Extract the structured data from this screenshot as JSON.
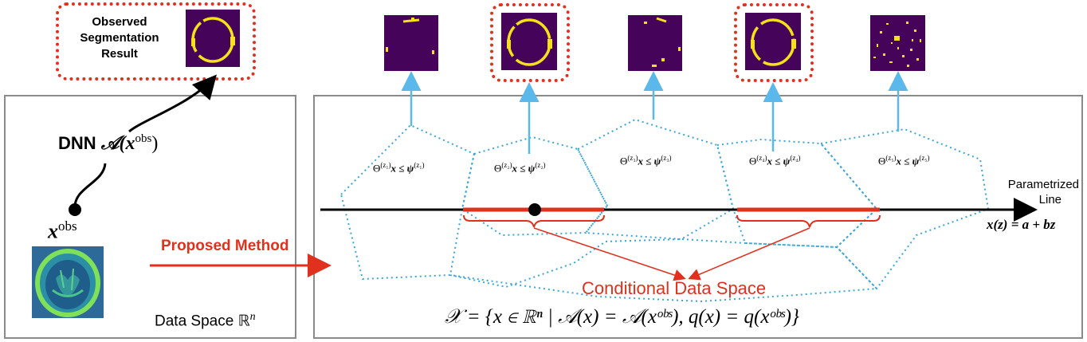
{
  "observed": {
    "label_line1": "Observed",
    "label_line2": "Segmentation",
    "label_line3": "Result"
  },
  "left_panel": {
    "dnn_label": "DNN",
    "dnn_math": "𝒜(x",
    "dnn_sup": "obs",
    "dnn_close": ")",
    "x_obs": "x",
    "x_obs_sup": "obs",
    "data_space_label": "Data Space ℝ",
    "data_space_sup": "n"
  },
  "method": {
    "label": "Proposed Method"
  },
  "right_panel": {
    "regions": [
      {
        "text": "Θ",
        "sup": "(z₁)",
        "rest": "x ≤ ψ",
        "sup2": "(z₁)"
      },
      {
        "text": "Θ",
        "sup": "(z₂)",
        "rest": "x ≤ ψ",
        "sup2": "(z₂)"
      },
      {
        "text": "Θ",
        "sup": "(z₃)",
        "rest": "x ≤ ψ",
        "sup2": "(z₃)"
      },
      {
        "text": "Θ",
        "sup": "(z₄)",
        "rest": "x ≤ ψ",
        "sup2": "(z₄)"
      },
      {
        "text": "Θ",
        "sup": "(z₅)",
        "rest": "x ≤ ψ",
        "sup2": "(z₅)"
      }
    ],
    "line_label_1": "Parametrized",
    "line_label_2": "Line",
    "line_eq": "x(z) = a + bz",
    "conditional_label": "Conditional Data Space",
    "formula": "𝒳 = {x ∈ ℝⁿ | 𝒜(x) = 𝒜(xᵒᵇˢ), q(x) = q(xᵒᵇˢ)}"
  },
  "colors": {
    "accent_red": "#e0301e",
    "arrow_blue": "#5bb8ea",
    "polygon_blue": "#3aa6d8",
    "seg_background": "#45035a",
    "seg_foreground": "#f5e01a",
    "panel_border": "#8a8a8a"
  }
}
